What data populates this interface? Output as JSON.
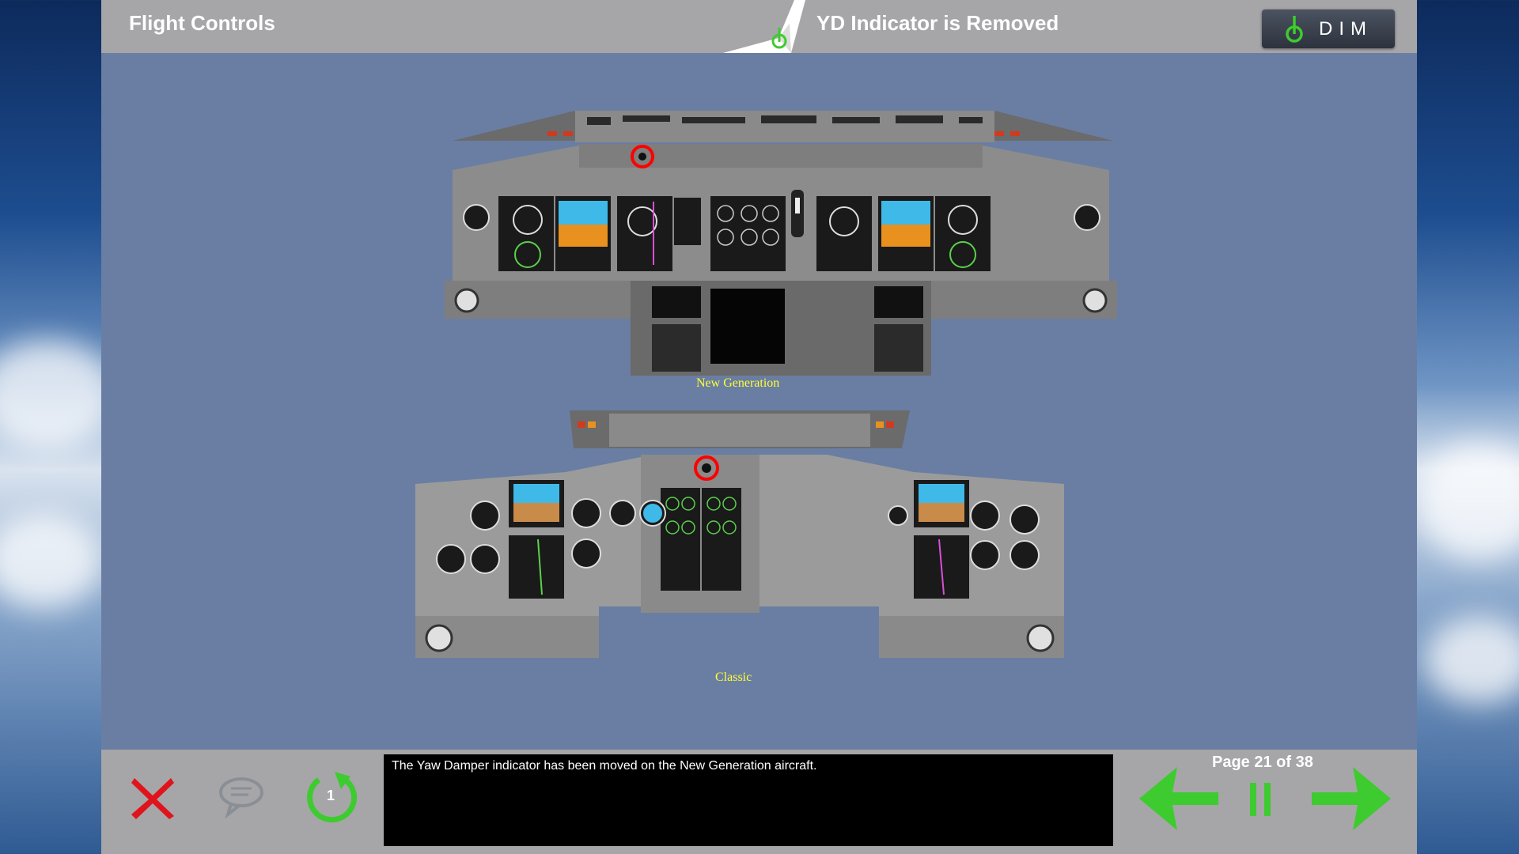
{
  "header": {
    "title": "Flight Controls",
    "subtitle": "YD Indicator is Removed",
    "dim_label": "DIM"
  },
  "panels": {
    "new_generation_label": "New Generation",
    "classic_label": "Classic"
  },
  "footer": {
    "narration": "The Yaw Damper indicator has been moved on the New Generation aircraft.",
    "page_indicator": "Page 21 of 38",
    "replay_count": "1"
  },
  "colors": {
    "app_background": "#6a7ea3",
    "bar_gray": "#a6a6a8",
    "accent_green": "#3ecb2f",
    "close_red": "#e0141c",
    "caption_yellow": "#ffff33",
    "highlight_red": "#ff0000"
  },
  "icons": {
    "close": "close-x-icon",
    "transcript": "speech-bubble-icon",
    "replay": "replay-icon",
    "back": "arrow-left-icon",
    "pause": "pause-icon",
    "next": "arrow-right-icon"
  }
}
